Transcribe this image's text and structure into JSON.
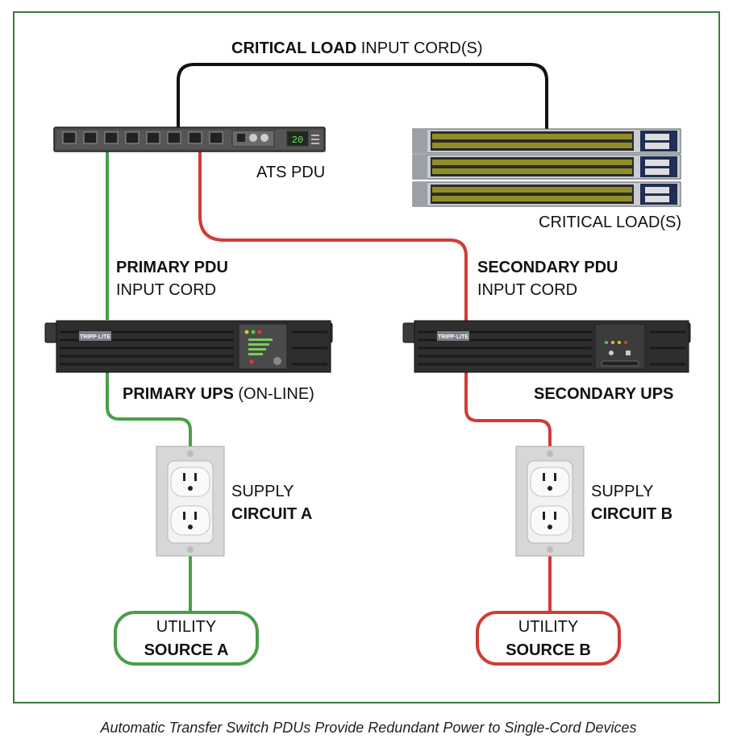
{
  "labels": {
    "critical_load_bold": "CRITICAL LOAD",
    "critical_load_rest": " INPUT CORD(S)",
    "ats_pdu": "ATS PDU",
    "critical_loads": "CRITICAL LOAD(S)",
    "primary_pdu_bold": "PRIMARY PDU",
    "primary_pdu_rest": "INPUT CORD",
    "secondary_pdu_bold": "SECONDARY PDU",
    "secondary_pdu_rest": "INPUT CORD",
    "primary_ups_bold": "PRIMARY UPS",
    "primary_ups_rest": " (ON-LINE)",
    "secondary_ups": "SECONDARY UPS",
    "supply_a_1": "SUPPLY",
    "supply_a_2": "CIRCUIT A",
    "supply_b_1": "SUPPLY",
    "supply_b_2": "CIRCUIT B",
    "utility_a_1": "UTILITY",
    "utility_a_2": "SOURCE A",
    "utility_b_1": "UTILITY",
    "utility_b_2": "SOURCE B"
  },
  "device_text": {
    "ats_display": "20",
    "ups_brand": "TRIPP·LITE"
  },
  "caption": "Automatic Transfer Switch PDUs Provide Redundant Power to Single-Cord Devices",
  "colors": {
    "frame": "#3d7a3a",
    "primary_cord": "#4a9e4a",
    "secondary_cord": "#d23b35",
    "load_cord": "#111111"
  },
  "icons": [
    "ats-pdu-icon",
    "network-switch-icon",
    "ups-icon",
    "wall-outlet-icon"
  ]
}
